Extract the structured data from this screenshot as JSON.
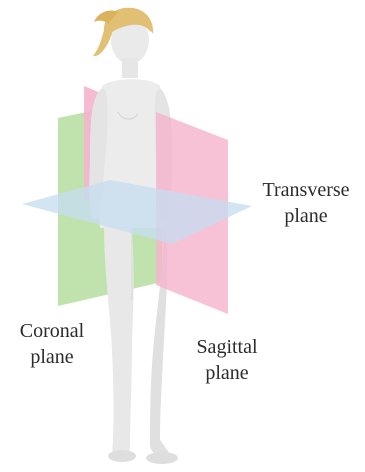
{
  "labels": {
    "transverse": {
      "line1": "Transverse",
      "line2": "plane"
    },
    "coronal": {
      "line1": "Coronal",
      "line2": "plane"
    },
    "sagittal": {
      "line1": "Sagittal",
      "line2": "plane"
    }
  },
  "colors": {
    "background": "#ffffff",
    "body_skin": "#eaeaea",
    "hair": "#e2c073",
    "coronal_plane": "#b9e0a5",
    "sagittal_plane": "#f5b3cd",
    "transverse_plane": "#c7dcef",
    "label_text": "#2b2b2b"
  }
}
